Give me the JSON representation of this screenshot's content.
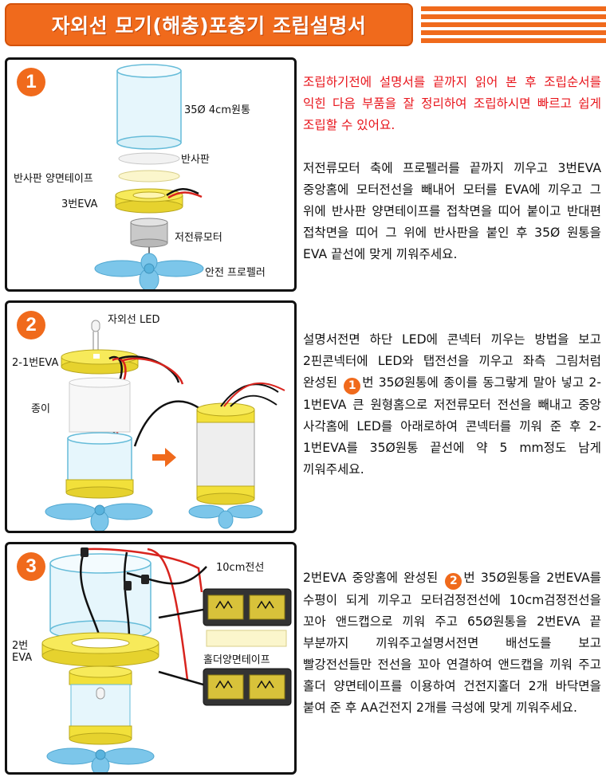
{
  "header": {
    "title": "자외선 모기(해충)포충기 조립설명서"
  },
  "steps": [
    {
      "number": "1",
      "labels": {
        "tube": "35Ø 4cm원통",
        "reflector": "반사판",
        "tape": "반사판 양면테이프",
        "eva": "3번EVA",
        "motor": "저전류모터",
        "propeller": "안전 프로펠러"
      },
      "intro": "조립하기전에 설명서를 끝까지 읽어 본 후 조립순서를 익힌 다음 부품을 잘 정리하여 조립하시면 빠르고 쉽게 조립할 수 있어요.",
      "body": "저전류모터 축에 프로펠러를 끝까지 끼우고 3번EVA 중앙홈에 모터전선을 빼내어 모터를 EVA에 끼우고 그 위에 반사판 양면테이프를 접착면을 띠어 붙이고 반대편 접착면을 띠어 그 위에 반사판을 붙인 후 35Ø 원통을 EVA 끝선에 맞게 끼워주세요."
    },
    {
      "number": "2",
      "labels": {
        "led": "자외선 LED",
        "eva": "2-1번EVA",
        "paper": "종이"
      },
      "body_before": "설명서전면 하단 LED에 콘넥터 끼우는 방법을 보고 2핀콘넥터에 LED와 탭전선을 끼우고 좌측 그림처럼 완성된",
      "badge": "1",
      "body_after": "번 35Ø원통에 종이를 동그랗게 말아 넣고 2-1번EVA 큰 원형홈으로 저전류모터 전선을 빼내고 중앙 사각홈에 LED를 아래로하여 콘넥터를 끼워 준 후 2-1번EVA를 35Ø원통 끝선에 약 5 mm정도 남게 끼워주세요."
    },
    {
      "number": "3",
      "labels": {
        "wire": "10cm전선",
        "eva": "2번\nEVA",
        "holder_tape": "홀더양면테이프"
      },
      "body_before": "2번EVA 중앙홈에 완성된",
      "badge": "2",
      "body_after": "번 35Ø원통을 2번EVA를 수평이 되게 끼우고 모터검정전선에 10cm검정전선을 꼬아 앤드캡으로 끼워 주고 65Ø원통을 2번EVA 끝 부분까지 끼워주고설명서전면 배선도를 보고 빨강전선들만 전선을 꼬아 연결하여 앤드캡을 끼워 주고 홀더 양면테이프를 이용하여 건전지홀더 2개 바닥면을 붙여 준 후 AA건전지 2개를 극성에 맞게 끼워주세요."
    }
  ],
  "colors": {
    "accent": "#f06a1c",
    "intro_text": "#e8141b",
    "eva_yellow": "#f2e03a",
    "propeller_blue": "#7cc6ea"
  }
}
